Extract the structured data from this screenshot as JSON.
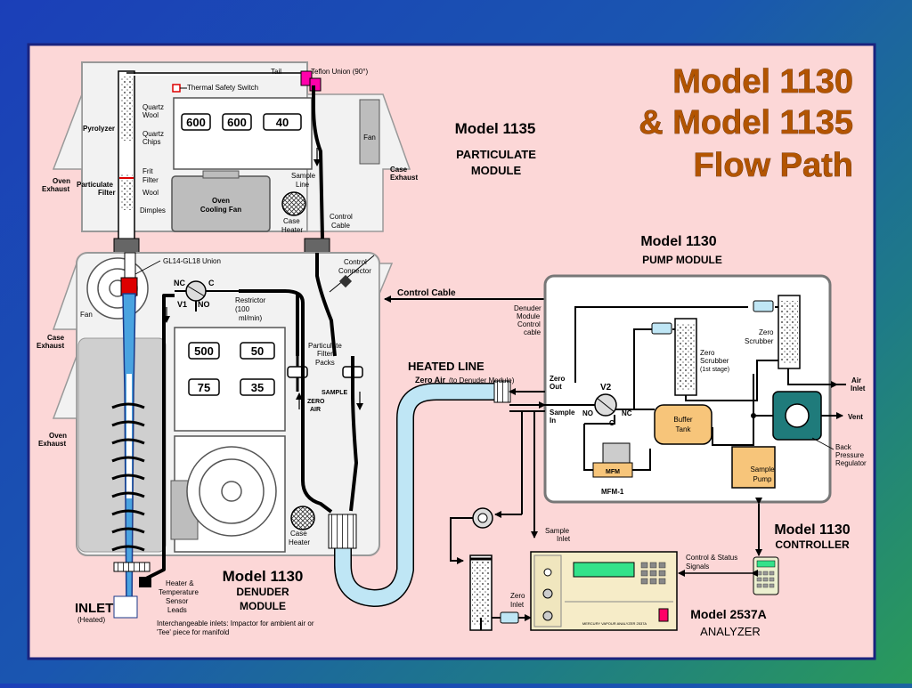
{
  "title": {
    "line1": "Model 1130",
    "line2": "& Model 1135",
    "line3": "Flow Path"
  },
  "model1135": {
    "name": "Model 1135",
    "sub1": "PARTICULATE",
    "sub2": "MODULE"
  },
  "model1135_labels": {
    "tail": "Tail",
    "teflon_union": "Teflon Union (90°)",
    "thermal_switch": "Thermal Safety Switch",
    "quartz_wool_1": "Quartz",
    "quartz_wool_2": "Wool",
    "quartz_chips_1": "Quartz",
    "quartz_chips_2": "Chips",
    "pyrolyzer": "Pyrolyzer",
    "frit_1": "Frit",
    "frit_2": "Filter",
    "wool": "Wool",
    "dimples": "Dimples",
    "particulate_filter_1": "Particulate",
    "particulate_filter_2": "Filter",
    "oven_exhaust_1": "Oven",
    "oven_exhaust_2": "Exhaust",
    "oven_fan_1": "Oven",
    "oven_fan_2": "Cooling Fan",
    "sample_line_1": "Sample",
    "sample_line_2": "Line",
    "case_heater_1": "Case",
    "case_heater_2": "Heater",
    "control_cable_1": "Control",
    "control_cable_2": "Cable",
    "fan": "Fan",
    "case_exhaust_1": "Case",
    "case_exhaust_2": "Exhaust",
    "temps": [
      "600",
      "600",
      "40"
    ]
  },
  "denuder": {
    "name": "Model 1130",
    "sub1": "DENUDER",
    "sub2": "MODULE",
    "gl_union": "GL14-GL18 Union",
    "nc": "NC",
    "c": "C",
    "v1": "V1",
    "no": "NO",
    "restrictor_1": "Restrictor",
    "restrictor_2": "(100",
    "restrictor_3": "ml/min)",
    "control_connector_1": "Control",
    "control_connector_2": "Connector",
    "fan": "Fan",
    "case_exhaust_1": "Case",
    "case_exhaust_2": "Exhaust",
    "oven_exhaust_1": "Oven",
    "oven_exhaust_2": "Exhaust",
    "pf_packs_1": "Particulate",
    "pf_packs_2": "Filter",
    "pf_packs_3": "Packs",
    "sample": "SAMPLE",
    "zero_air_1": "ZERO",
    "zero_air_2": "AIR",
    "case_heater_1": "Case",
    "case_heater_2": "Heater",
    "heater_leads_1": "Heater &",
    "heater_leads_2": "Temperature",
    "heater_leads_3": "Sensor",
    "heater_leads_4": "Leads",
    "inlet": "INLET",
    "inlet_sub": "(Heated)",
    "interchangeable_1": "Interchangeable inlets: Impactor for ambient air or",
    "interchangeable_2": "'Tee' piece for manifold",
    "temps": [
      "500",
      "50",
      "75",
      "35"
    ]
  },
  "heated_line": {
    "title": "HEATED LINE",
    "zero_air_bold": "Zero Air",
    "zero_air_rest": " (to Denuder Module)",
    "control_cable": "Control Cable"
  },
  "pump": {
    "name": "Model 1130",
    "sub": "PUMP MODULE",
    "denuder_cable_1": "Denuder",
    "denuder_cable_2": "Module",
    "denuder_cable_3": "Control",
    "denuder_cable_4": "cable",
    "zero_scrubber_1": "Zero",
    "zero_scrubber_2": "Scrubber",
    "zero_scrubber_s1_1": "Zero",
    "zero_scrubber_s1_2": "Scrubber",
    "zero_scrubber_s1_3": "(1st stage)",
    "air_inlet_1": "Air",
    "air_inlet_2": "Inlet",
    "zero_out_1": "Zero",
    "zero_out_2": "Out",
    "v2": "V2",
    "sample_in_1": "Sample",
    "sample_in_2": "In",
    "no": "NO",
    "nc": "NC",
    "c": "C",
    "buffer_1": "Buffer",
    "buffer_2": "Tank",
    "vent": "Vent",
    "bpr_1": "Back",
    "bpr_2": "Pressure",
    "bpr_3": "Regulator",
    "mfm": "MFM",
    "mfm1": "MFM-1",
    "pump_1": "Sample",
    "pump_2": "Pump"
  },
  "controller": {
    "name": "Model 1130",
    "sub": "CONTROLLER",
    "signals_1": "Control  & Status",
    "signals_2": "Signals"
  },
  "analyzer": {
    "name": "Model 2537A",
    "sub": "ANALYZER",
    "sample_inlet_1": "Sample",
    "sample_inlet_2": "Inlet",
    "zero_inlet_1": "Zero",
    "zero_inlet_2": "Inlet"
  },
  "colors": {
    "panel": "#fcd7d7",
    "heated_line": "#bfe6f5",
    "orange": "#f7c57a",
    "teal": "#1f7b7b",
    "title": "#b35400"
  }
}
